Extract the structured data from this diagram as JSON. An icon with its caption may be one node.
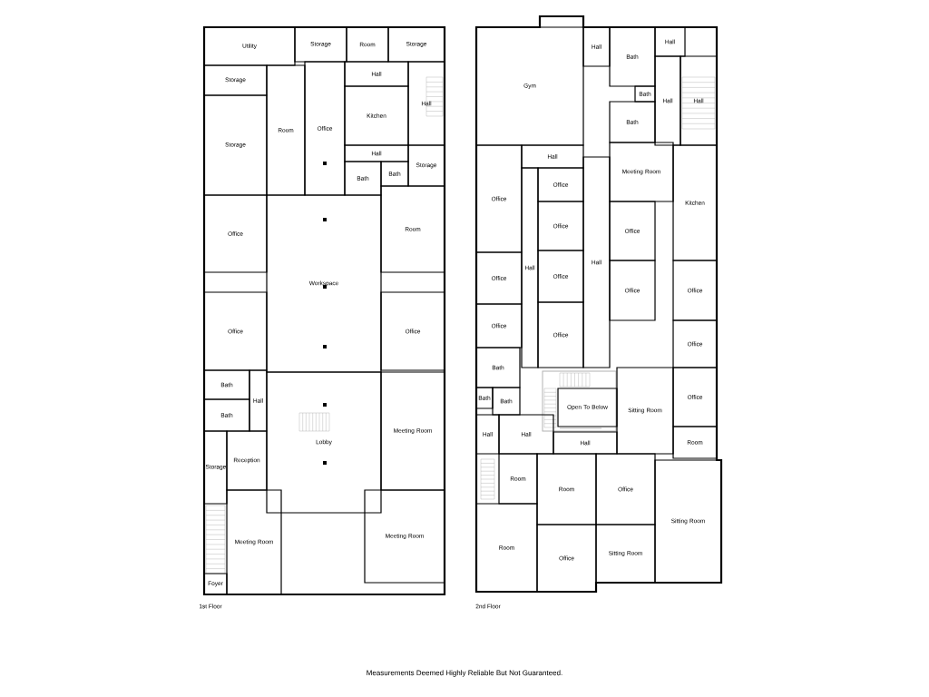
{
  "diagram": {
    "caption": "Measurements Deemed Highly Reliable But Not Guaranteed.",
    "nodes": [
      {
        "text": [
          "Utility"
        ]
      },
      {
        "text": [
          "Storage"
        ]
      },
      {
        "text": [
          "Room"
        ]
      },
      {
        "text": [
          "Storage"
        ]
      },
      {
        "text": [
          "Storage"
        ]
      },
      {
        "text": [
          "Storage"
        ]
      },
      {
        "text": [
          "Room"
        ]
      },
      {
        "text": [
          "Office"
        ]
      },
      {
        "text": [
          "Hall"
        ]
      },
      {
        "text": [
          "Hall"
        ]
      },
      {
        "text": [
          "Kitchen"
        ]
      },
      {
        "text": [
          "Hall"
        ]
      },
      {
        "text": [
          "Bath"
        ]
      },
      {
        "text": [
          "Bath"
        ]
      },
      {
        "text": [
          "Storage"
        ]
      },
      {
        "text": [
          "Office"
        ]
      },
      {
        "text": [
          "Workspace"
        ]
      },
      {
        "text": [
          "Room"
        ]
      },
      {
        "text": [
          "Office"
        ]
      },
      {
        "text": [
          "Office"
        ]
      },
      {
        "text": [
          "Bath"
        ]
      },
      {
        "text": [
          "Hall"
        ]
      },
      {
        "text": [
          "Bath"
        ]
      },
      {
        "text": [
          "Lobby"
        ]
      },
      {
        "text": [
          "Meeting Room"
        ]
      },
      {
        "text": [
          "Storage"
        ]
      },
      {
        "text": [
          "Reception"
        ]
      },
      {
        "text": [
          "Meeting Room"
        ]
      },
      {
        "text": [
          "Meeting Room"
        ]
      },
      {
        "text": [
          "Foyer"
        ]
      },
      {
        "text": [
          "Gym"
        ]
      },
      {
        "text": [
          "Hall"
        ]
      },
      {
        "text": [
          "Bath"
        ]
      },
      {
        "text": [
          "Hall"
        ]
      },
      {
        "text": [
          "Hall"
        ]
      },
      {
        "text": [
          "Bath"
        ]
      },
      {
        "text": [
          "Hall"
        ]
      },
      {
        "text": [
          "Bath"
        ]
      },
      {
        "text": [
          "Hall"
        ]
      },
      {
        "text": [
          "Meeting Room"
        ]
      },
      {
        "text": [
          "Office"
        ]
      },
      {
        "text": [
          "Office"
        ]
      },
      {
        "text": [
          "Kitchen"
        ]
      },
      {
        "text": [
          "Hall"
        ]
      },
      {
        "text": [
          "Office"
        ]
      },
      {
        "text": [
          "Office"
        ]
      },
      {
        "text": [
          "Office"
        ]
      },
      {
        "text": [
          "Hall"
        ]
      },
      {
        "text": [
          "Office"
        ]
      },
      {
        "text": [
          "Office"
        ]
      },
      {
        "text": [
          "Office"
        ]
      },
      {
        "text": [
          "Office"
        ]
      },
      {
        "text": [
          "Office"
        ]
      },
      {
        "text": [
          "Office"
        ]
      },
      {
        "text": [
          "Bath"
        ]
      },
      {
        "text": [
          "Open To Below"
        ]
      },
      {
        "text": [
          "Sitting Room"
        ]
      },
      {
        "text": [
          "Office"
        ]
      },
      {
        "text": [
          "Bath"
        ]
      },
      {
        "text": [
          "Bath"
        ]
      },
      {
        "text": [
          "Hall"
        ]
      },
      {
        "text": [
          "Hall"
        ]
      },
      {
        "text": [
          "Hall"
        ]
      },
      {
        "text": [
          "Room"
        ]
      },
      {
        "text": [
          "Room"
        ]
      },
      {
        "text": [
          "Room"
        ]
      },
      {
        "text": [
          "Office"
        ]
      },
      {
        "text": [
          "Sitting Room"
        ]
      },
      {
        "text": [
          "Room"
        ]
      },
      {
        "text": [
          "Office"
        ]
      },
      {
        "text": [
          "Sitting Room"
        ]
      }
    ],
    "labels": [
      "1st Floor",
      "2nd Floor"
    ]
  }
}
